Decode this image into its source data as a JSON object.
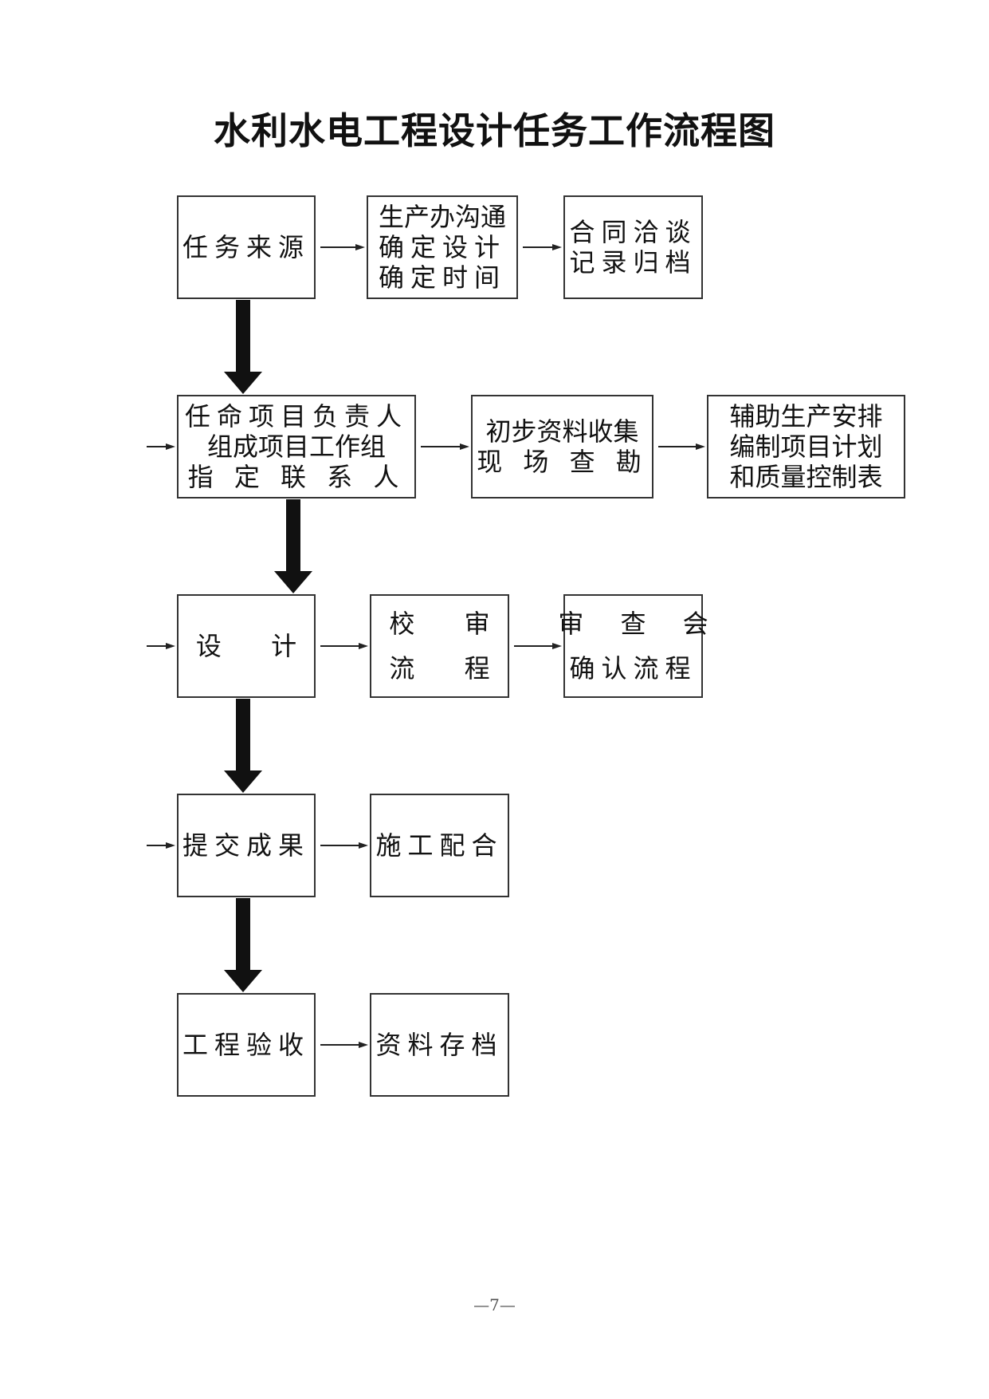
{
  "title": "水利水电工程设计任务工作流程图",
  "page_number": "—7—",
  "boxes": {
    "source": {
      "lines": [
        "任务来源"
      ]
    },
    "production": {
      "lines": [
        "生产办沟通",
        "确定设计",
        "确定时间"
      ]
    },
    "contract": {
      "lines": [
        "合同洽谈",
        "记录归档"
      ]
    },
    "appoint": {
      "lines": [
        "任命项目负责人",
        "组成项目工作组",
        "指 定 联 系 人"
      ]
    },
    "survey": {
      "lines": [
        "初步资料收集",
        "现 场 查 勘"
      ]
    },
    "plan": {
      "lines": [
        "辅助生产安排",
        "编制项目计划",
        "和质量控制表"
      ]
    },
    "design": {
      "lines": [
        "设 计"
      ]
    },
    "review": {
      "lines": [
        "校 审",
        "流 程"
      ]
    },
    "meeting": {
      "lines": [
        "审 查 会",
        "确认流程"
      ]
    },
    "submit": {
      "lines": [
        "提交成果"
      ]
    },
    "construction": {
      "lines": [
        "施工配合"
      ]
    },
    "acceptance": {
      "lines": [
        "工程验收"
      ]
    },
    "archive": {
      "lines": [
        "资料存档"
      ]
    }
  },
  "flow": {
    "main_sequence": [
      "source",
      "appoint",
      "design",
      "submit",
      "acceptance"
    ],
    "side_edges": [
      [
        "source",
        "production"
      ],
      [
        "production",
        "contract"
      ],
      [
        "appoint",
        "survey"
      ],
      [
        "survey",
        "plan"
      ],
      [
        "design",
        "review"
      ],
      [
        "review",
        "meeting"
      ],
      [
        "submit",
        "construction"
      ],
      [
        "acceptance",
        "archive"
      ]
    ],
    "incoming_left": [
      "appoint",
      "design",
      "submit"
    ]
  }
}
